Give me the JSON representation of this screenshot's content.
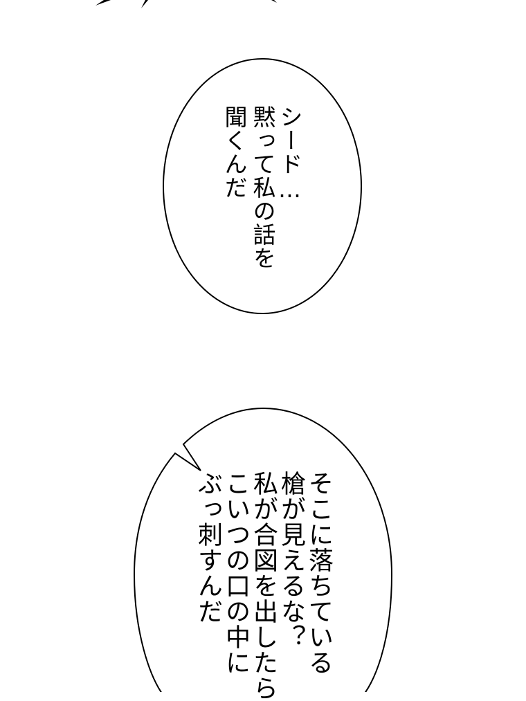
{
  "bubbles": [
    {
      "lines": [
        "シード…",
        "黙って私の話を",
        "聞くんだ"
      ]
    },
    {
      "lines": [
        "そこに落ちている",
        "槍が見えるな？",
        "私が合図を出したら",
        "こいつの口の中に",
        "ぶっ刺すんだ"
      ]
    }
  ],
  "colors": {
    "ink": "#000000",
    "paper": "#ffffff"
  }
}
